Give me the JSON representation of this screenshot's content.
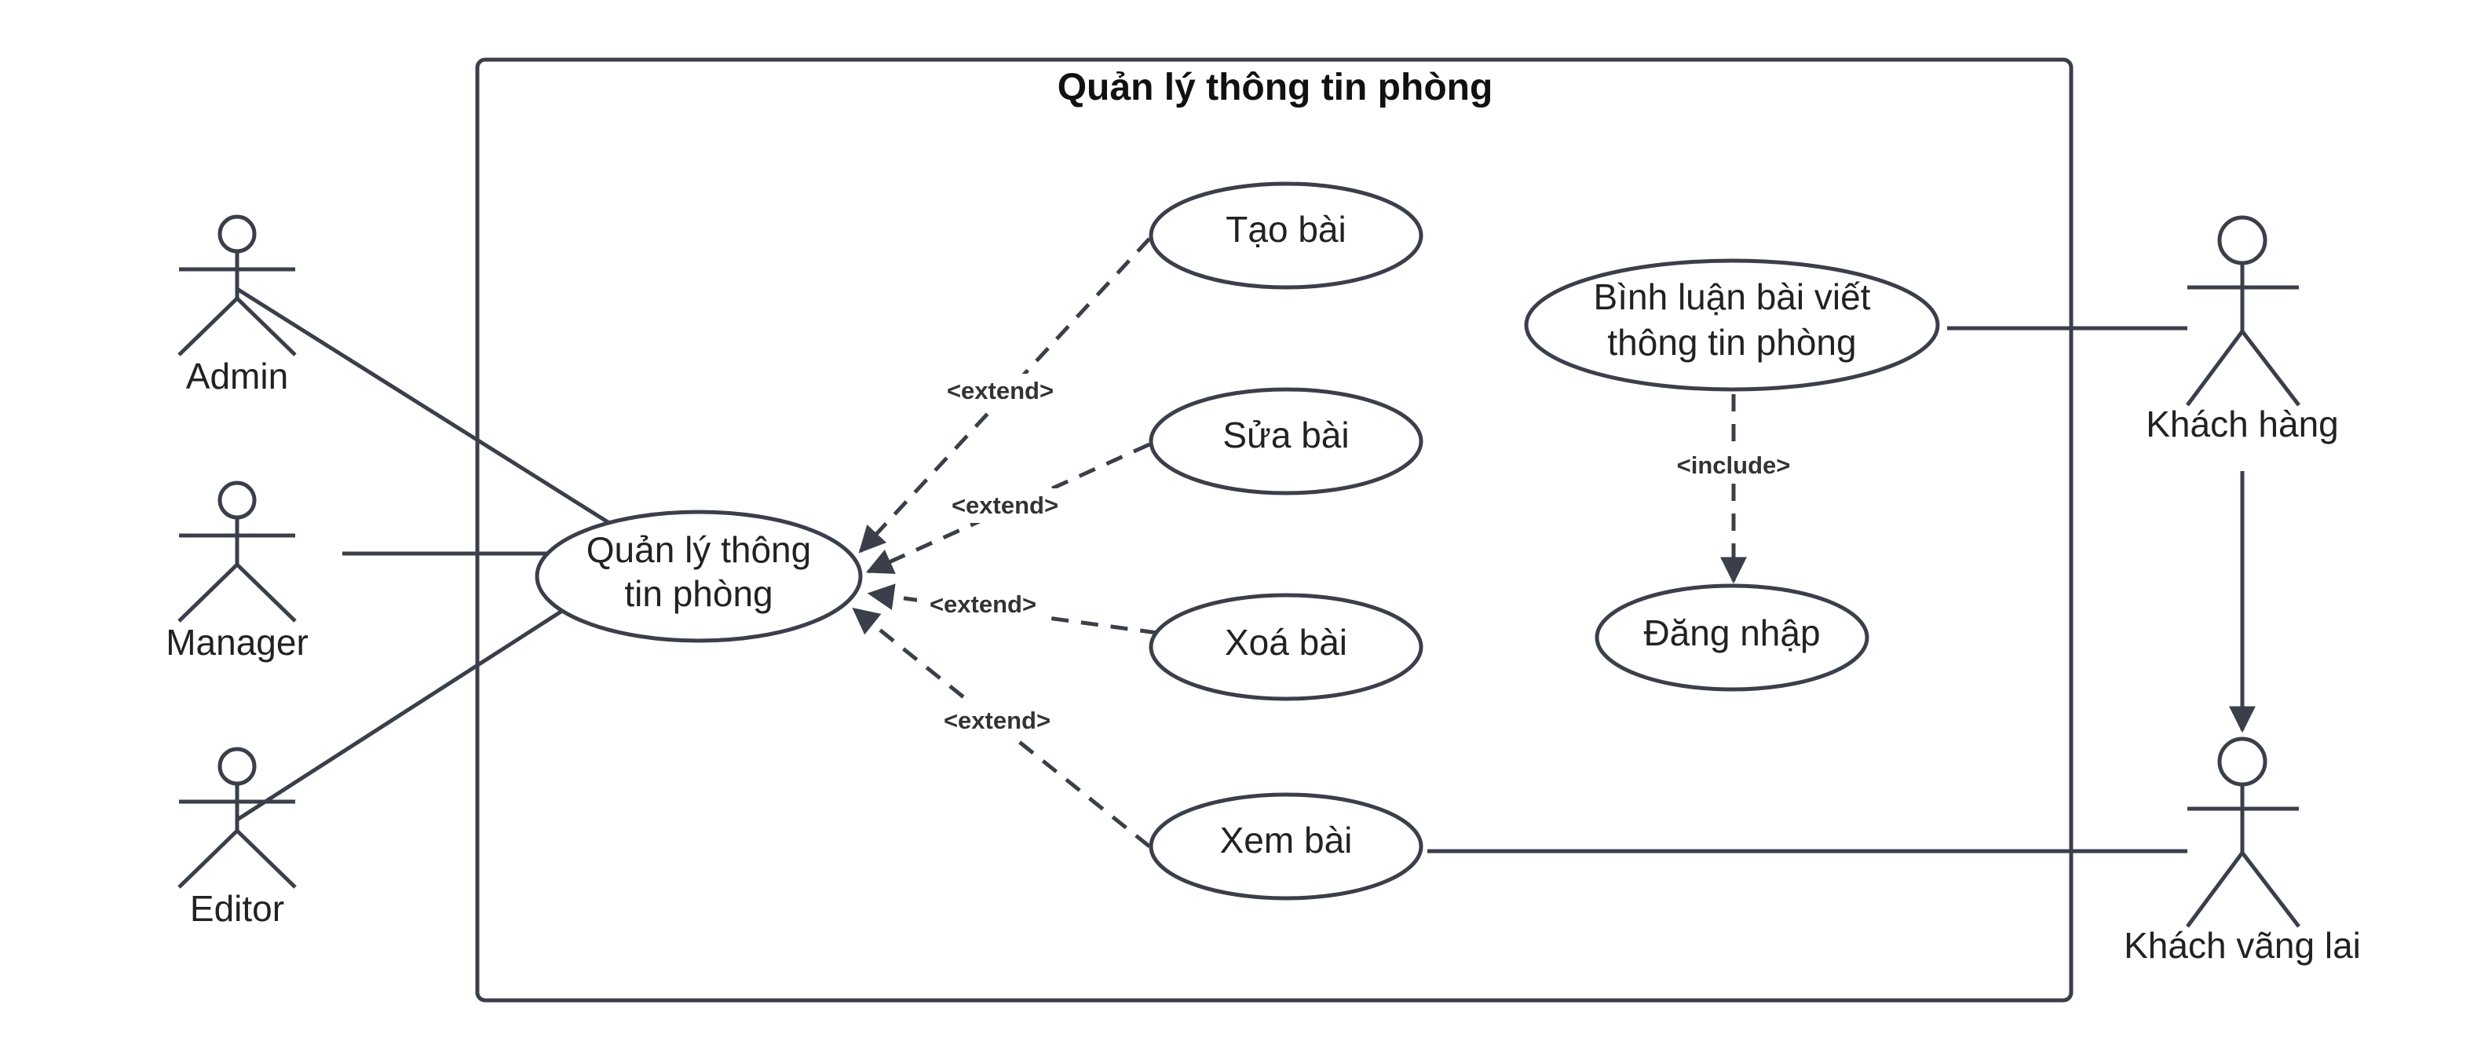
{
  "system": {
    "title": "Quản lý thông tin phòng"
  },
  "actors": {
    "admin": "Admin",
    "manager": "Manager",
    "editor": "Editor",
    "khach_hang": "Khách hàng",
    "khach_vang_lai": "Khách vãng lai"
  },
  "use_cases": {
    "quan_ly": [
      "Quản lý thông",
      "tin phòng"
    ],
    "tao_bai": "Tạo bài",
    "sua_bai": "Sửa bài",
    "xoa_bai": "Xoá bài",
    "xem_bai": "Xem bài",
    "binh_luan": [
      "Bình luận bài viết",
      "thông tin phòng"
    ],
    "dang_nhap": "Đăng nhập"
  },
  "relations": {
    "extend": "<extend>",
    "include": "<include>"
  },
  "colors": {
    "line": "#3a3f4a",
    "text": "#222222"
  }
}
